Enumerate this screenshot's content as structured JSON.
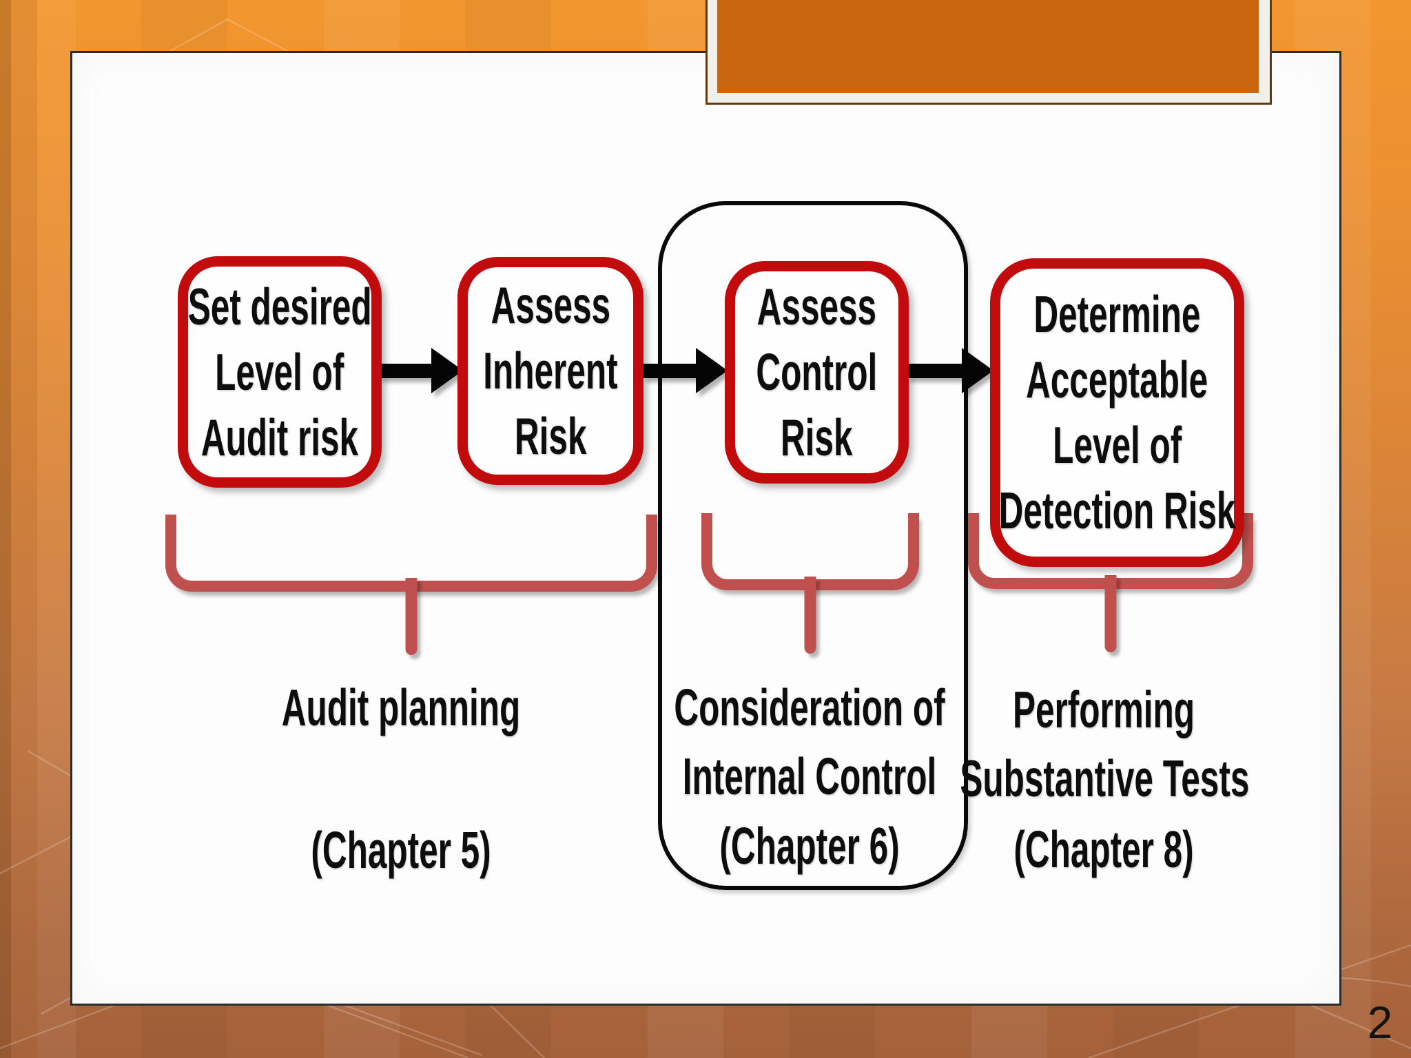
{
  "page_number": "2",
  "flow": {
    "boxes": [
      {
        "name": "set-desired-audit-risk",
        "lines": [
          "Set desired",
          "Level of",
          "Audit risk"
        ]
      },
      {
        "name": "assess-inherent-risk",
        "lines": [
          "Assess",
          "Inherent",
          "Risk"
        ]
      },
      {
        "name": "assess-control-risk",
        "lines": [
          "Assess",
          "Control",
          "Risk"
        ]
      },
      {
        "name": "determine-detection-risk",
        "lines": [
          "Determine",
          "Acceptable",
          "Level of",
          "Detection Risk"
        ]
      }
    ]
  },
  "groups": [
    {
      "name": "audit-planning",
      "lines": [
        "Audit planning",
        "(Chapter 5)"
      ]
    },
    {
      "name": "consideration-internal-control",
      "lines": [
        "Consideration of",
        "Internal Control",
        "(Chapter 6)"
      ]
    },
    {
      "name": "performing-substantive-tests",
      "lines": [
        "Performing",
        "Substantive Tests",
        "(Chapter 8)"
      ]
    }
  ],
  "colors": {
    "flow_box_border": "#C20B0D",
    "brace": "#C0504D",
    "group_container_border": "#0A0A0A",
    "arrow": "#050505",
    "title_placeholder_fill": "#C9660F",
    "title_placeholder_frame": "#F2F0EA",
    "background_top": "#F2962F",
    "background_bottom": "#A5613A",
    "panel_background": "#FDFDFE"
  }
}
